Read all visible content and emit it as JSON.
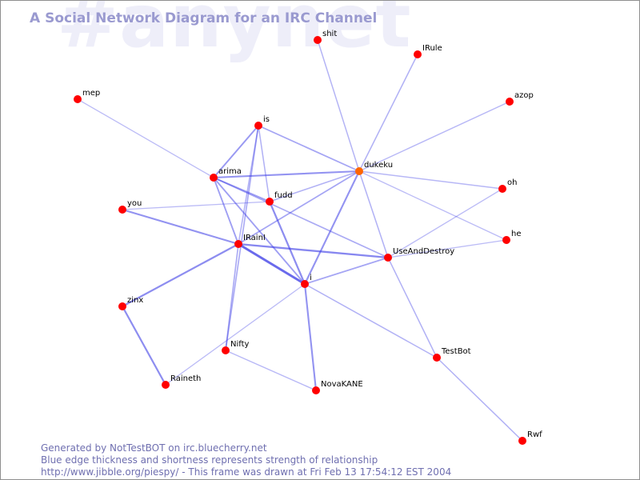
{
  "watermark": "#anynet",
  "title": "A Social Network Diagram for an IRC Channel",
  "footer": {
    "line1": "Generated by NotTestBOT on irc.bluecherry.net",
    "line2": "Blue edge thickness and shortness represents strength of relationship",
    "line3": "http://www.jibble.org/piespy/ - This frame was drawn at Fri Feb 13 17:54:12 EST 2004"
  },
  "colors": {
    "node": "#ff0000",
    "highlight_node": "#ff6600",
    "edge": "#3b3be6",
    "title": "#9a9ad0",
    "footer": "#6f6fb0",
    "watermark": "#eeeef9"
  },
  "graph": {
    "nodes": [
      {
        "id": "shit",
        "label": "shit"
      },
      {
        "id": "IRule",
        "label": "IRule"
      },
      {
        "id": "azop",
        "label": "azop"
      },
      {
        "id": "mep",
        "label": "mep"
      },
      {
        "id": "is",
        "label": "is"
      },
      {
        "id": "dukeku",
        "label": "dukeku",
        "highlight": true
      },
      {
        "id": "arima",
        "label": "arima"
      },
      {
        "id": "fudd",
        "label": "fudd"
      },
      {
        "id": "oh",
        "label": "oh"
      },
      {
        "id": "you",
        "label": "you"
      },
      {
        "id": "he",
        "label": "he"
      },
      {
        "id": "IRainI",
        "label": "IRainI"
      },
      {
        "id": "UseAndDestroy",
        "label": "UseAndDestroy"
      },
      {
        "id": "i",
        "label": "i"
      },
      {
        "id": "zinx",
        "label": "zinx"
      },
      {
        "id": "Nifty",
        "label": "Nifty"
      },
      {
        "id": "TestBot",
        "label": "TestBot"
      },
      {
        "id": "Raineth",
        "label": "Raineth"
      },
      {
        "id": "NovaKANE",
        "label": "NovaKANE"
      },
      {
        "id": "Rwf",
        "label": "Rwf"
      }
    ],
    "edges": [
      {
        "from": "shit",
        "to": "dukeku",
        "strength": 0.28
      },
      {
        "from": "IRule",
        "to": "dukeku",
        "strength": 0.3
      },
      {
        "from": "azop",
        "to": "dukeku",
        "strength": 0.25
      },
      {
        "from": "mep",
        "to": "arima",
        "strength": 0.22
      },
      {
        "from": "is",
        "to": "arima",
        "strength": 0.5
      },
      {
        "from": "is",
        "to": "dukeku",
        "strength": 0.4
      },
      {
        "from": "is",
        "to": "Nifty",
        "strength": 0.35
      },
      {
        "from": "is",
        "to": "fudd",
        "strength": 0.3
      },
      {
        "from": "is",
        "to": "IRainI",
        "strength": 0.3
      },
      {
        "from": "arima",
        "to": "dukeku",
        "strength": 0.55
      },
      {
        "from": "arima",
        "to": "fudd",
        "strength": 0.45
      },
      {
        "from": "arima",
        "to": "IRainI",
        "strength": 0.45
      },
      {
        "from": "arima",
        "to": "i",
        "strength": 0.45
      },
      {
        "from": "arima",
        "to": "UseAndDestroy",
        "strength": 0.35
      },
      {
        "from": "fudd",
        "to": "dukeku",
        "strength": 0.3
      },
      {
        "from": "fudd",
        "to": "you",
        "strength": 0.22
      },
      {
        "from": "fudd",
        "to": "i",
        "strength": 0.6
      },
      {
        "from": "dukeku",
        "to": "oh",
        "strength": 0.25
      },
      {
        "from": "dukeku",
        "to": "he",
        "strength": 0.22
      },
      {
        "from": "dukeku",
        "to": "UseAndDestroy",
        "strength": 0.3
      },
      {
        "from": "dukeku",
        "to": "IRainI",
        "strength": 0.4
      },
      {
        "from": "dukeku",
        "to": "i",
        "strength": 0.55
      },
      {
        "from": "oh",
        "to": "UseAndDestroy",
        "strength": 0.22
      },
      {
        "from": "he",
        "to": "UseAndDestroy",
        "strength": 0.22
      },
      {
        "from": "you",
        "to": "IRainI",
        "strength": 0.55
      },
      {
        "from": "IRainI",
        "to": "UseAndDestroy",
        "strength": 0.65
      },
      {
        "from": "IRainI",
        "to": "i",
        "strength": 0.9
      },
      {
        "from": "IRainI",
        "to": "zinx",
        "strength": 0.6
      },
      {
        "from": "IRainI",
        "to": "Nifty",
        "strength": 0.35
      },
      {
        "from": "UseAndDestroy",
        "to": "i",
        "strength": 0.4
      },
      {
        "from": "UseAndDestroy",
        "to": "TestBot",
        "strength": 0.3
      },
      {
        "from": "i",
        "to": "NovaKANE",
        "strength": 0.55
      },
      {
        "from": "i",
        "to": "TestBot",
        "strength": 0.3
      },
      {
        "from": "i",
        "to": "Raineth",
        "strength": 0.22
      },
      {
        "from": "zinx",
        "to": "Raineth",
        "strength": 0.6
      },
      {
        "from": "Nifty",
        "to": "NovaKANE",
        "strength": 0.25
      },
      {
        "from": "TestBot",
        "to": "Rwf",
        "strength": 0.3
      }
    ]
  }
}
